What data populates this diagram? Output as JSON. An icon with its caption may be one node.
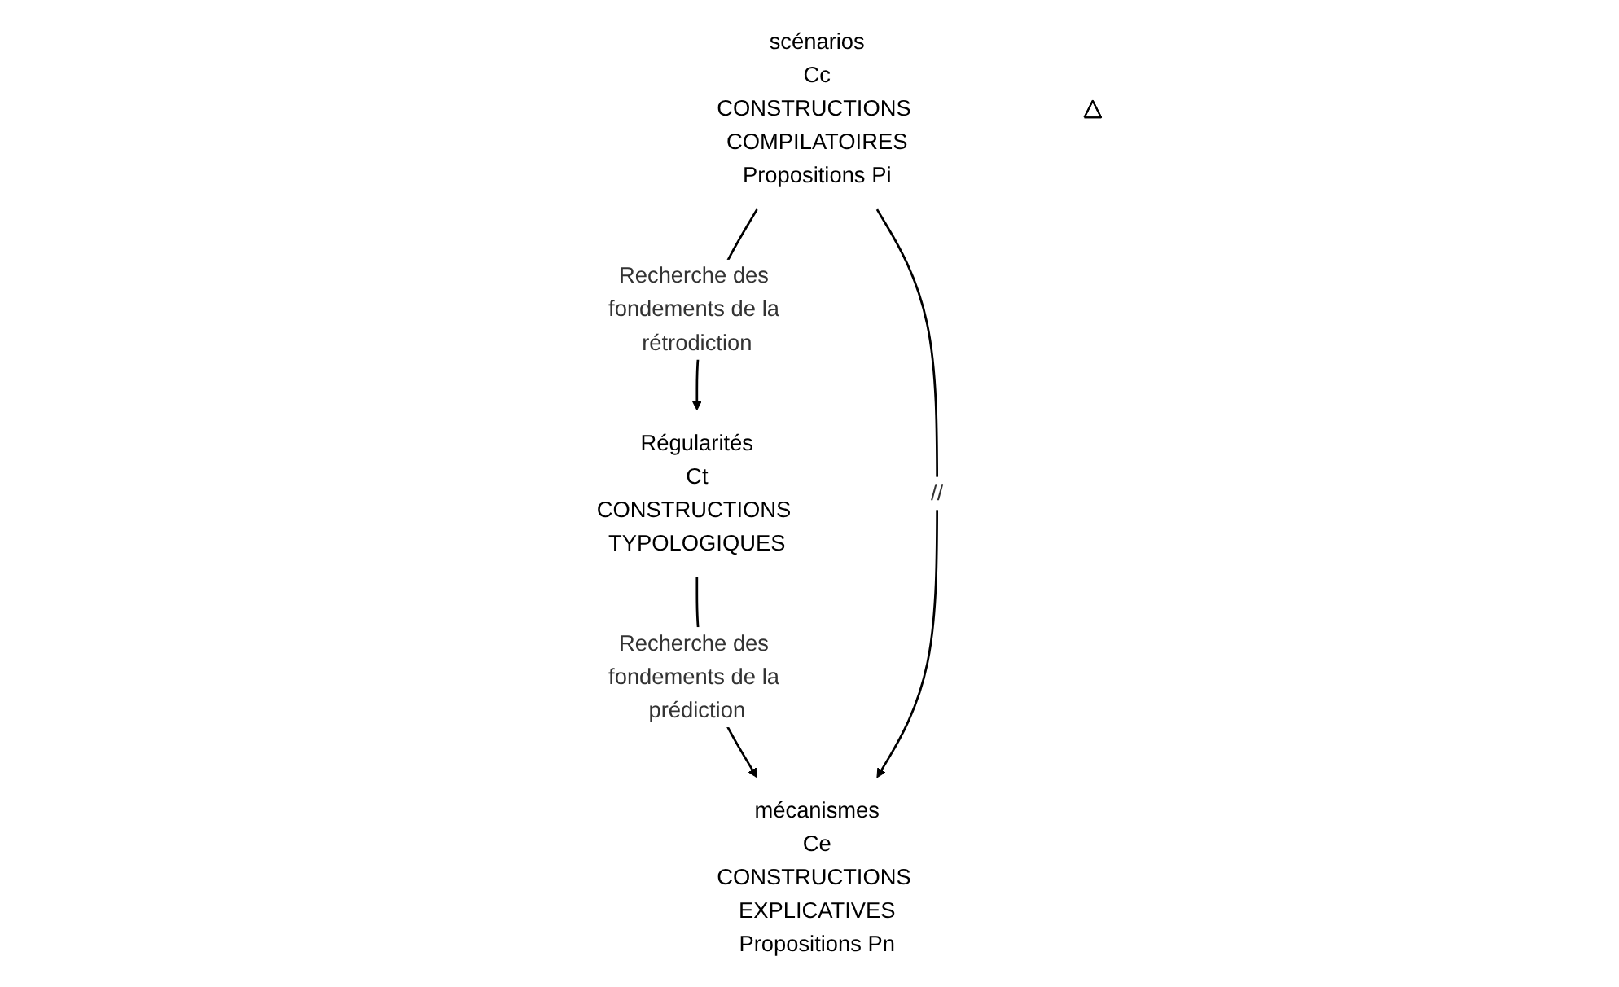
{
  "diagram": {
    "nodes": [
      {
        "text": [
          "Régularités",
          "Ct",
          "CONSTRUCTIONS TYPOLOGIQUES"
        ]
      },
      {
        "text": [
          "mécanismes",
          "Ce",
          "CONSTRUCTIONS EXPLICATIVES",
          "Propositions Pn"
        ]
      },
      {
        "text": [
          "scénarios",
          "Cc",
          "CONSTRUCTIONS COMPILATOIRES",
          "Propositions Pi"
        ]
      },
      {
        "text": [],
        "shape": "triangle"
      }
    ],
    "edges": [
      {
        "from": 0,
        "to": 1,
        "arrow": "to",
        "label": "Recherche des fondements de la prédiction"
      },
      {
        "from": 2,
        "to": 0,
        "arrow": "to",
        "label": "Recherche des fondements de la rétrodiction"
      },
      {
        "from": 2,
        "to": 1,
        "arrow": "to",
        "label": "//"
      }
    ]
  }
}
